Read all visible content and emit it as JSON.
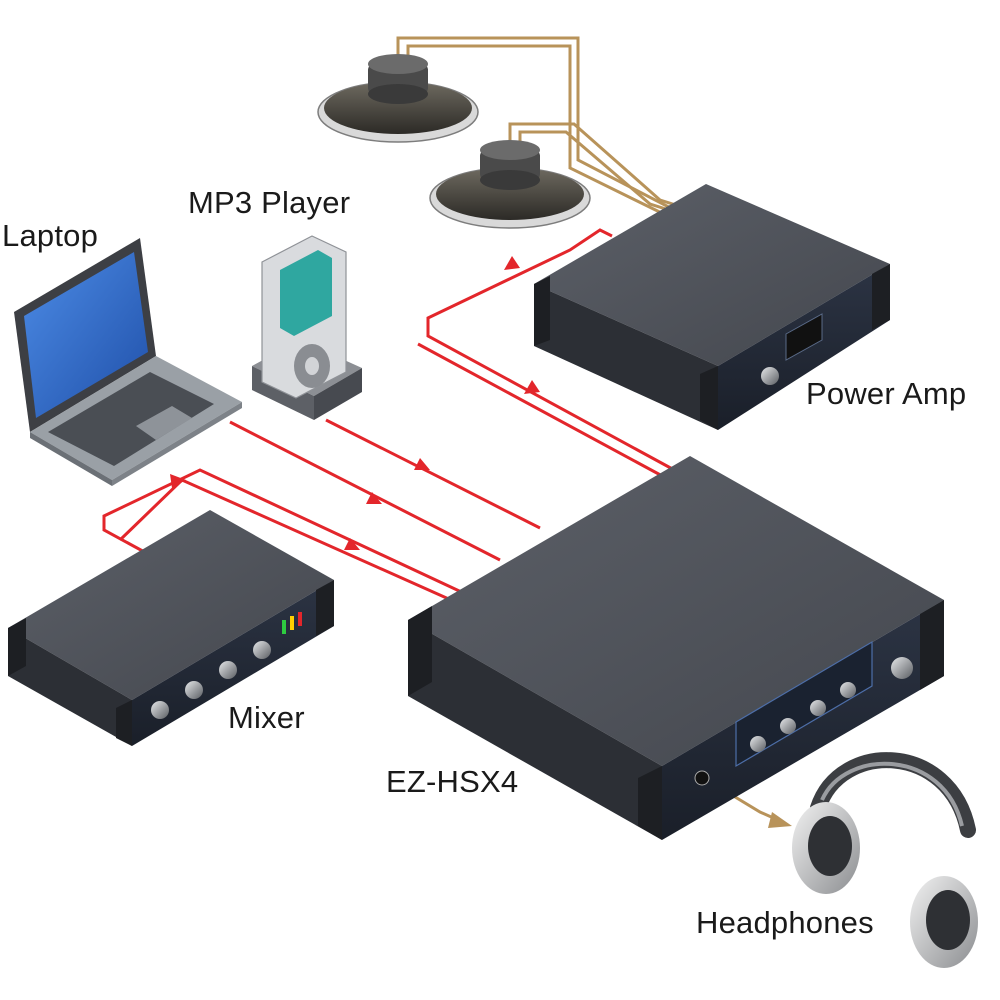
{
  "labels": {
    "laptop": "Laptop",
    "mp3_player": "MP3 Player",
    "power_amp": "Power Amp",
    "mixer": "Mixer",
    "ez_hsx4": "EZ-HSX4",
    "headphones": "Headphones"
  },
  "colors": {
    "signal_line": "#e3262b",
    "speaker_wire": "#b8935a",
    "device_body": "#3a3d44",
    "device_top": "#55585f",
    "device_front": "#1f2a3a",
    "laptop_screen": "#2f69c8"
  },
  "connections": [
    {
      "from": "laptop",
      "to": "ez_hsx4"
    },
    {
      "from": "mp3_player",
      "to": "ez_hsx4"
    },
    {
      "from": "mixer",
      "to": "ez_hsx4"
    },
    {
      "from": "ez_hsx4",
      "to": "power_amp"
    },
    {
      "from": "power_amp",
      "to": "speakers"
    },
    {
      "from": "ez_hsx4",
      "to": "headphones"
    }
  ]
}
